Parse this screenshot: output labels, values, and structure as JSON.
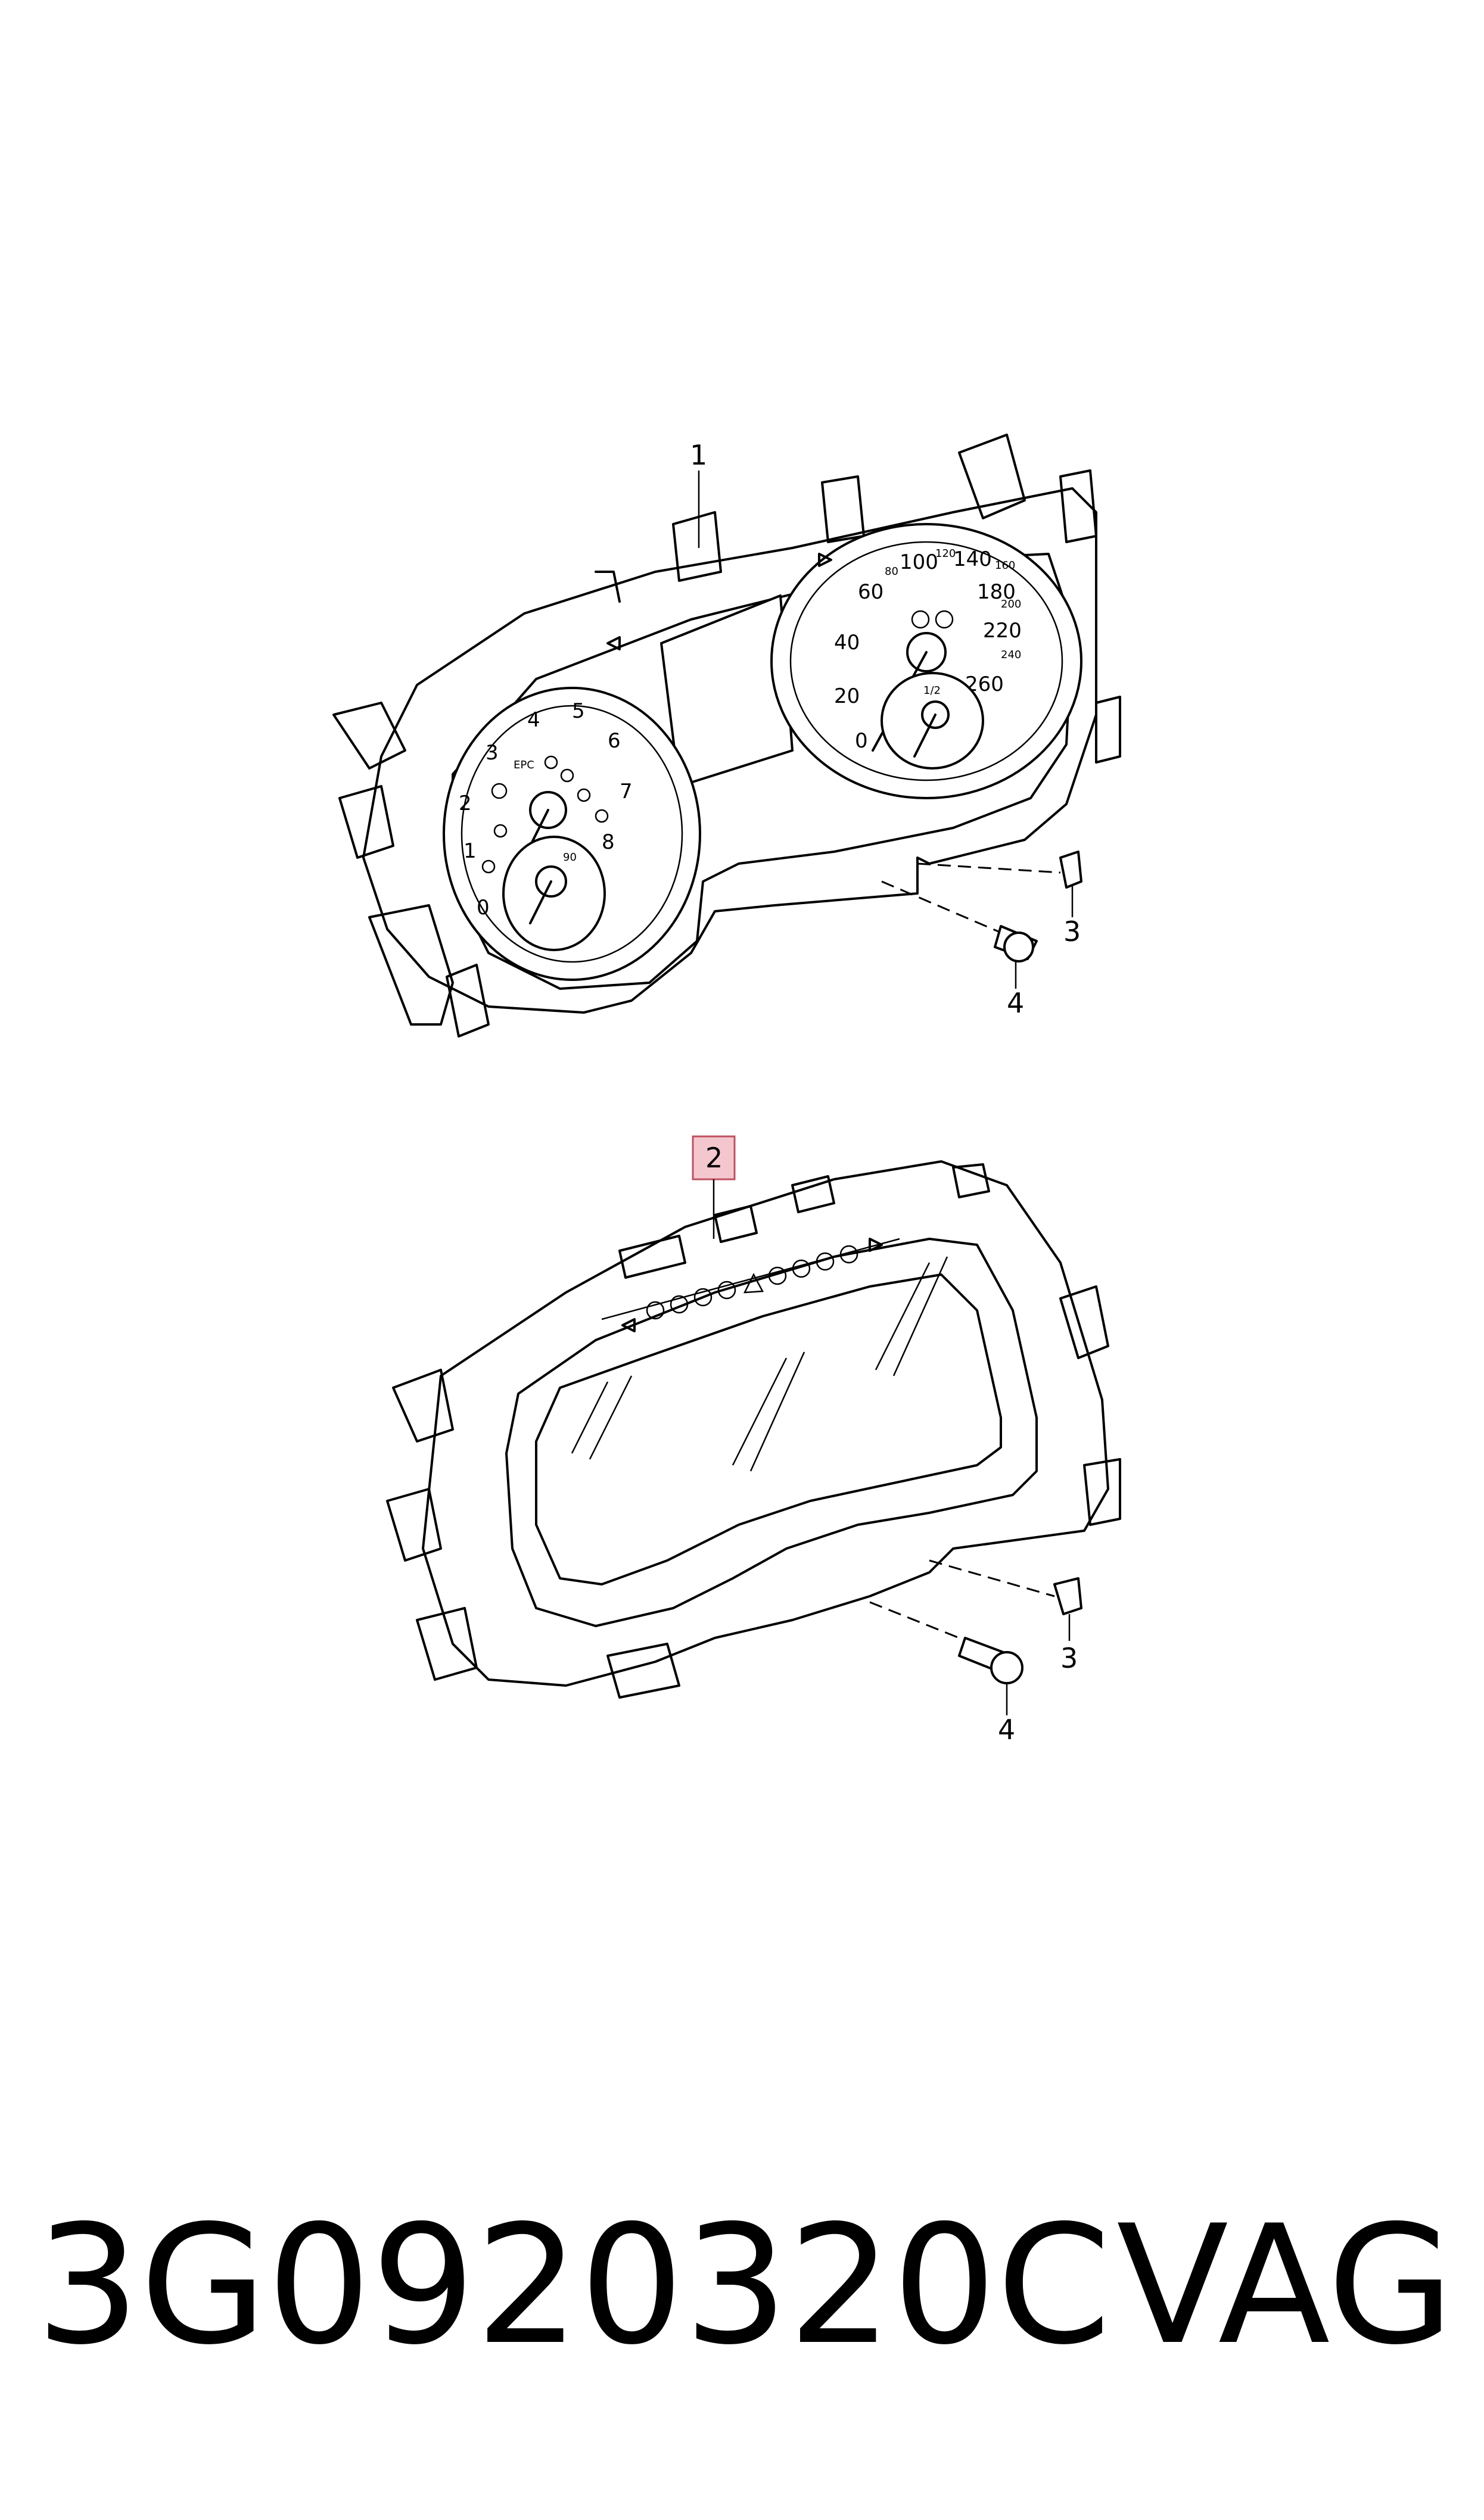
{
  "callouts": {
    "top": [
      {
        "id": "1"
      },
      {
        "id": "3"
      },
      {
        "id": "4"
      }
    ],
    "bottom": [
      {
        "id": "2",
        "highlighted": true,
        "highlight_color": "#f4c7cf"
      },
      {
        "id": "3"
      },
      {
        "id": "4"
      }
    ]
  },
  "gauges": {
    "tachometer_ticks": [
      "0",
      "1",
      "2",
      "3",
      "4",
      "5",
      "6",
      "7",
      "8"
    ],
    "speedometer_ticks": [
      "0",
      "20",
      "40",
      "60",
      "80",
      "100",
      "120",
      "140",
      "160",
      "180",
      "200",
      "220",
      "240",
      "260"
    ],
    "tach_labels": [
      "EPC"
    ],
    "sub_gauge_labels": [
      "1/2",
      "90"
    ]
  },
  "footer": {
    "part_number": "3G0920320C",
    "brand": "VAG"
  },
  "colors": {
    "line": "#000000",
    "background": "#ffffff",
    "callout_highlight": "#f4c7cf"
  }
}
